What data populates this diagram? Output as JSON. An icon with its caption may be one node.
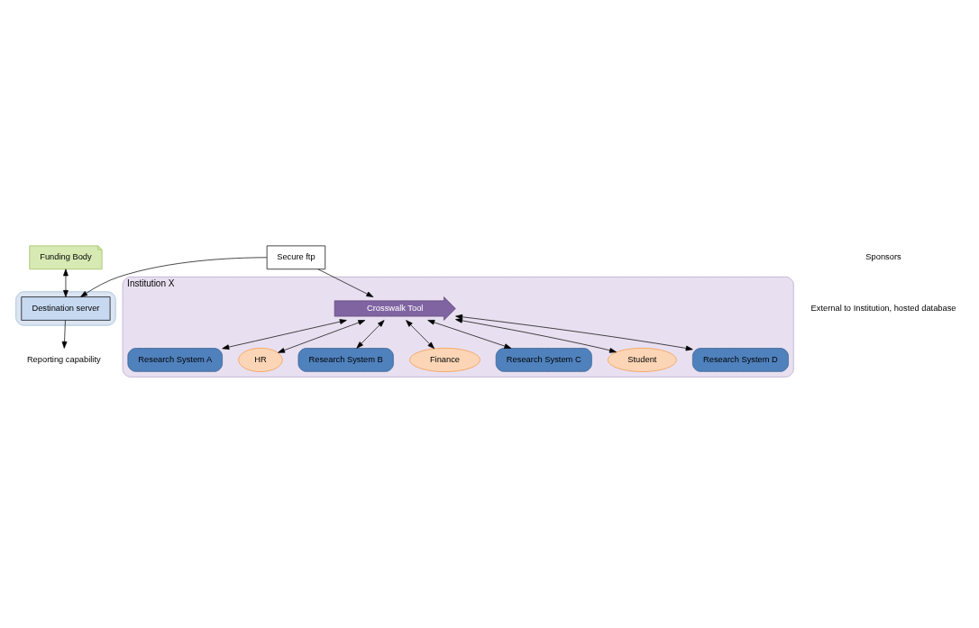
{
  "diagram": {
    "nodes": [
      {
        "text": [
          "Funding Body"
        ]
      },
      {
        "text": [],
        "shape": "cloud"
      },
      {
        "text": [
          "Destination server"
        ],
        "in": 1
      },
      {
        "text": [
          "Secure ftp"
        ]
      },
      {
        "text": [
          "Institution X"
        ]
      },
      {
        "text": [
          "Crosswalk Tool"
        ],
        "in": 4
      },
      {
        "text": [
          "Research System A"
        ],
        "in": 4
      },
      {
        "text": [
          "HR"
        ],
        "in": 4
      },
      {
        "text": [
          "Research System B"
        ],
        "in": 4
      },
      {
        "text": [
          "Finance"
        ],
        "in": 4
      },
      {
        "text": [
          "Research System C"
        ],
        "in": 4
      },
      {
        "text": [
          "Student"
        ],
        "in": 4
      },
      {
        "text": [
          "Research System D"
        ],
        "in": 4
      },
      {
        "text": [
          "Reporting capability"
        ]
      }
    ],
    "edges": [
      {
        "from": 0,
        "to": 2,
        "arrow": "both"
      },
      {
        "from": 3,
        "to": 2,
        "arrow": "to"
      },
      {
        "from": 2,
        "to": 13,
        "arrow": "to"
      },
      {
        "from": 3,
        "to": 5,
        "arrow": "to"
      },
      {
        "from": 5,
        "to": 6,
        "arrow": "both"
      },
      {
        "from": 5,
        "to": 7,
        "arrow": "both"
      },
      {
        "from": 5,
        "to": 8,
        "arrow": "both"
      },
      {
        "from": 5,
        "to": 9,
        "arrow": "both"
      },
      {
        "from": 5,
        "to": 10,
        "arrow": "both"
      },
      {
        "from": 5,
        "to": 11,
        "arrow": "both"
      },
      {
        "from": 5,
        "to": 12,
        "arrow": "both"
      }
    ],
    "labels": [
      "Sponsors",
      "External to Institution, hosted database"
    ]
  }
}
